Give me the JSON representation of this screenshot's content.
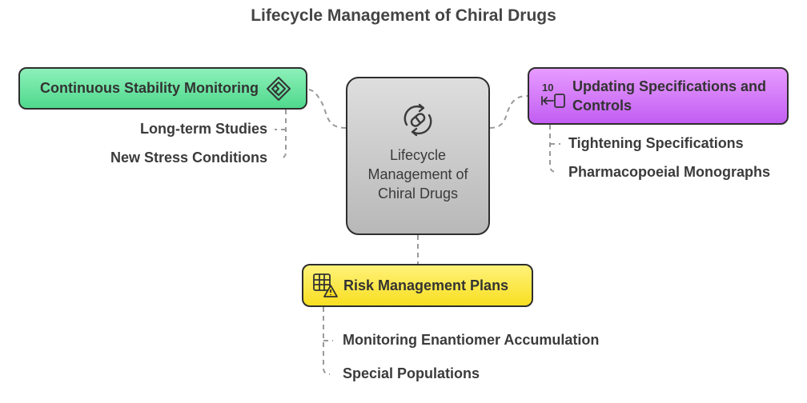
{
  "title": "Lifecycle Management of Chiral Drugs",
  "center": {
    "label": "Lifecycle Management of Chiral Drugs",
    "icon": "pill-cycle-icon"
  },
  "branches": [
    {
      "label": "Continuous Stability Monitoring",
      "icon": "layers-diamond-icon",
      "color": "#5ee29a",
      "items": [
        "Long-term Studies",
        "New Stress Conditions"
      ]
    },
    {
      "label": "Updating Specifications and Controls",
      "icon": "numbered-arrow-icon",
      "icon_text": "10",
      "color": "#cf72f6",
      "items": [
        "Tightening Specifications",
        "Pharmacopoeial Monographs"
      ]
    },
    {
      "label": "Risk Management Plans",
      "icon": "grid-warning-icon",
      "color": "#fbe634",
      "items": [
        "Monitoring Enantiomer Accumulation",
        "Special Populations"
      ]
    }
  ]
}
